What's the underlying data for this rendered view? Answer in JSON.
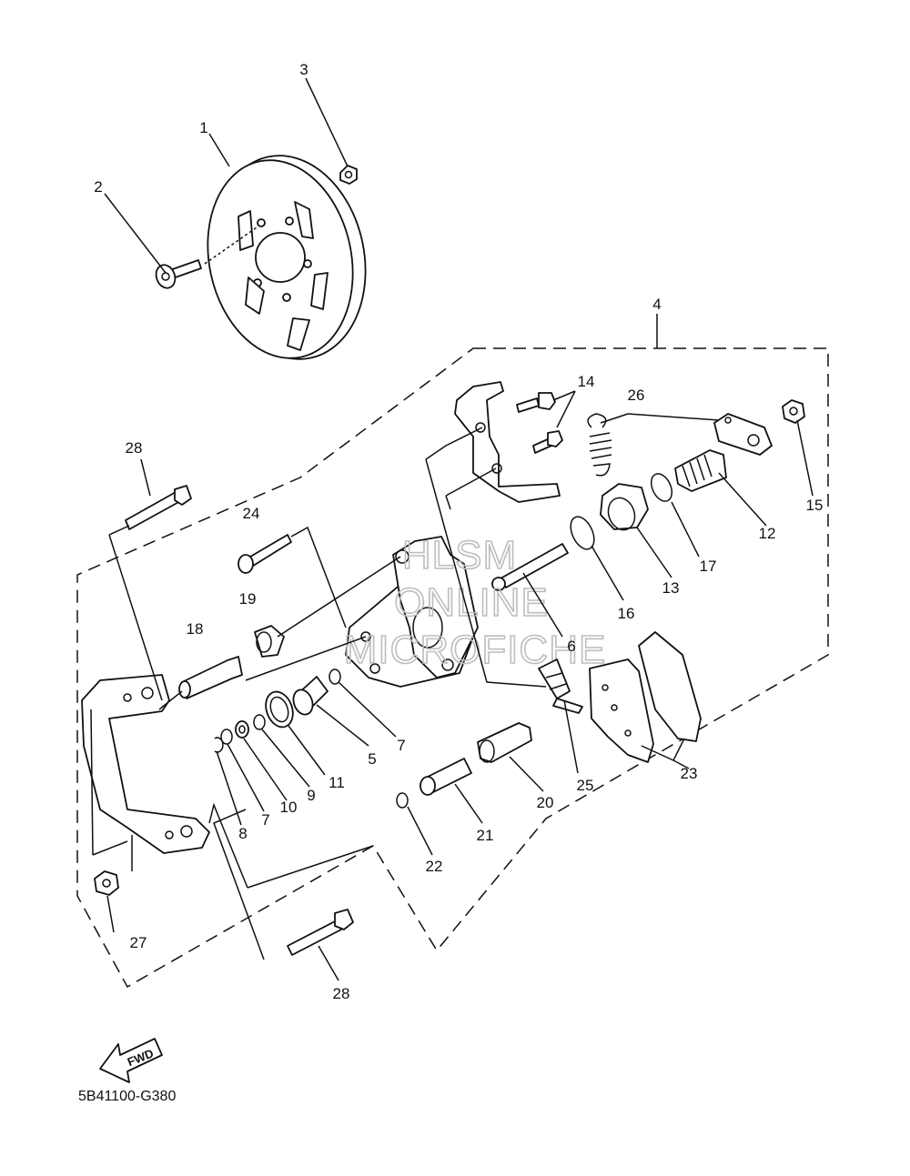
{
  "diagram": {
    "watermark": [
      "HLSM",
      "ONLINE",
      "MICROFICHE"
    ],
    "part_code": "5B41100-G380",
    "fwd_label": "FWD",
    "callouts": [
      {
        "id": "c1",
        "label": "1"
      },
      {
        "id": "c2",
        "label": "2"
      },
      {
        "id": "c3",
        "label": "3"
      },
      {
        "id": "c4",
        "label": "4"
      },
      {
        "id": "c5",
        "label": "5"
      },
      {
        "id": "c6",
        "label": "6"
      },
      {
        "id": "c7a",
        "label": "7"
      },
      {
        "id": "c7b",
        "label": "7"
      },
      {
        "id": "c8",
        "label": "8"
      },
      {
        "id": "c9",
        "label": "9"
      },
      {
        "id": "c10",
        "label": "10"
      },
      {
        "id": "c11",
        "label": "11"
      },
      {
        "id": "c12",
        "label": "12"
      },
      {
        "id": "c13",
        "label": "13"
      },
      {
        "id": "c14",
        "label": "14"
      },
      {
        "id": "c15",
        "label": "15"
      },
      {
        "id": "c16",
        "label": "16"
      },
      {
        "id": "c17",
        "label": "17"
      },
      {
        "id": "c18",
        "label": "18"
      },
      {
        "id": "c19",
        "label": "19"
      },
      {
        "id": "c20",
        "label": "20"
      },
      {
        "id": "c21",
        "label": "21"
      },
      {
        "id": "c22",
        "label": "22"
      },
      {
        "id": "c23",
        "label": "23"
      },
      {
        "id": "c24",
        "label": "24"
      },
      {
        "id": "c25",
        "label": "25"
      },
      {
        "id": "c26",
        "label": "26"
      },
      {
        "id": "c27",
        "label": "27"
      },
      {
        "id": "c28a",
        "label": "28"
      },
      {
        "id": "c28b",
        "label": "28"
      }
    ]
  }
}
